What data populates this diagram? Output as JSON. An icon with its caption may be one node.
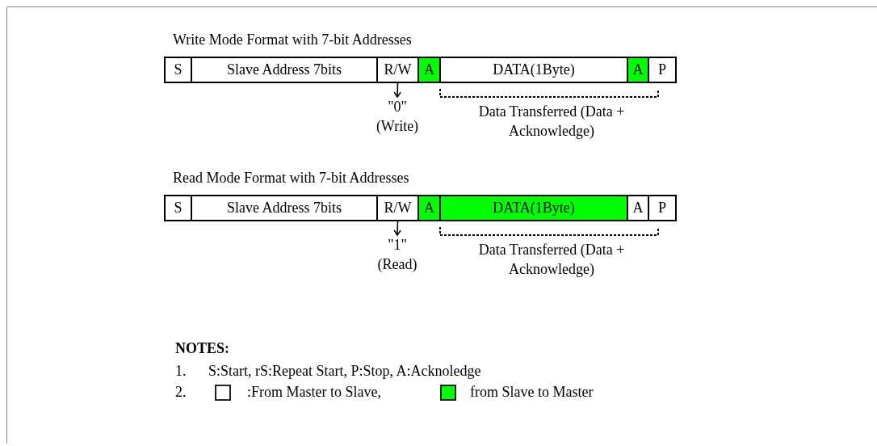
{
  "diagram": {
    "nodes": [
      {
        "text": [
          "S"
        ]
      },
      {
        "text": [
          "Slave Address 7bits"
        ]
      },
      {
        "text": [
          "R/W"
        ]
      },
      {
        "text": [
          "A"
        ]
      },
      {
        "text": [
          "DATA(1Byte)"
        ]
      },
      {
        "text": [
          "A"
        ]
      },
      {
        "text": [
          "P"
        ]
      },
      {
        "text": [
          "\"0\"",
          "(Write)"
        ]
      },
      {
        "text": [
          "S"
        ]
      },
      {
        "text": [
          "Slave Address 7bits"
        ]
      },
      {
        "text": [
          "R/W"
        ]
      },
      {
        "text": [
          "A"
        ]
      },
      {
        "text": [
          "DATA(1Byte)"
        ]
      },
      {
        "text": [
          "A"
        ]
      },
      {
        "text": [
          "P"
        ]
      },
      {
        "text": [
          "\"1\"",
          "(Read)"
        ]
      }
    ],
    "edges": [
      {
        "from": 2,
        "to": 7,
        "arrow": "to"
      },
      {
        "from": 10,
        "to": 15,
        "arrow": "to"
      }
    ],
    "labels": [
      "Write Mode Format with 7-bit Addresses",
      "Data Transferred (Data + Acknowledge)",
      "Read Mode Format with 7-bit Addresses",
      "Data Transferred (Data + Acknowledge)",
      "NOTES:",
      "1.",
      "S:Start, rS:Repeat Start, P:Stop, A:Acknoledge",
      "2."
    ],
    "legend": [
      {
        "text": ":From Master to Slave,",
        "color": "#ffffff"
      },
      {
        "text": "from Slave to Master",
        "color": "#00ff00"
      }
    ]
  }
}
